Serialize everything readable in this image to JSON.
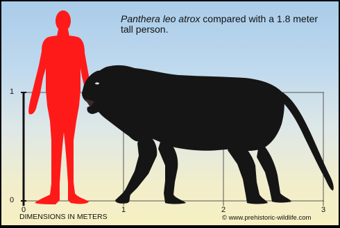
{
  "caption": {
    "species": "Panthera leo atrox",
    "rest": " compared with a 1.8 meter tall person."
  },
  "axes": {
    "x_ticks": [
      "0",
      "1",
      "2",
      "3"
    ],
    "y_ticks": [
      "0",
      "1"
    ],
    "x_title": "DIMENSIONS IN METERS"
  },
  "credit": "© www.prehistoric-wildlife.com",
  "colors": {
    "human": "#ff1a1a",
    "animal": "#151515",
    "grid": "#555555"
  }
}
